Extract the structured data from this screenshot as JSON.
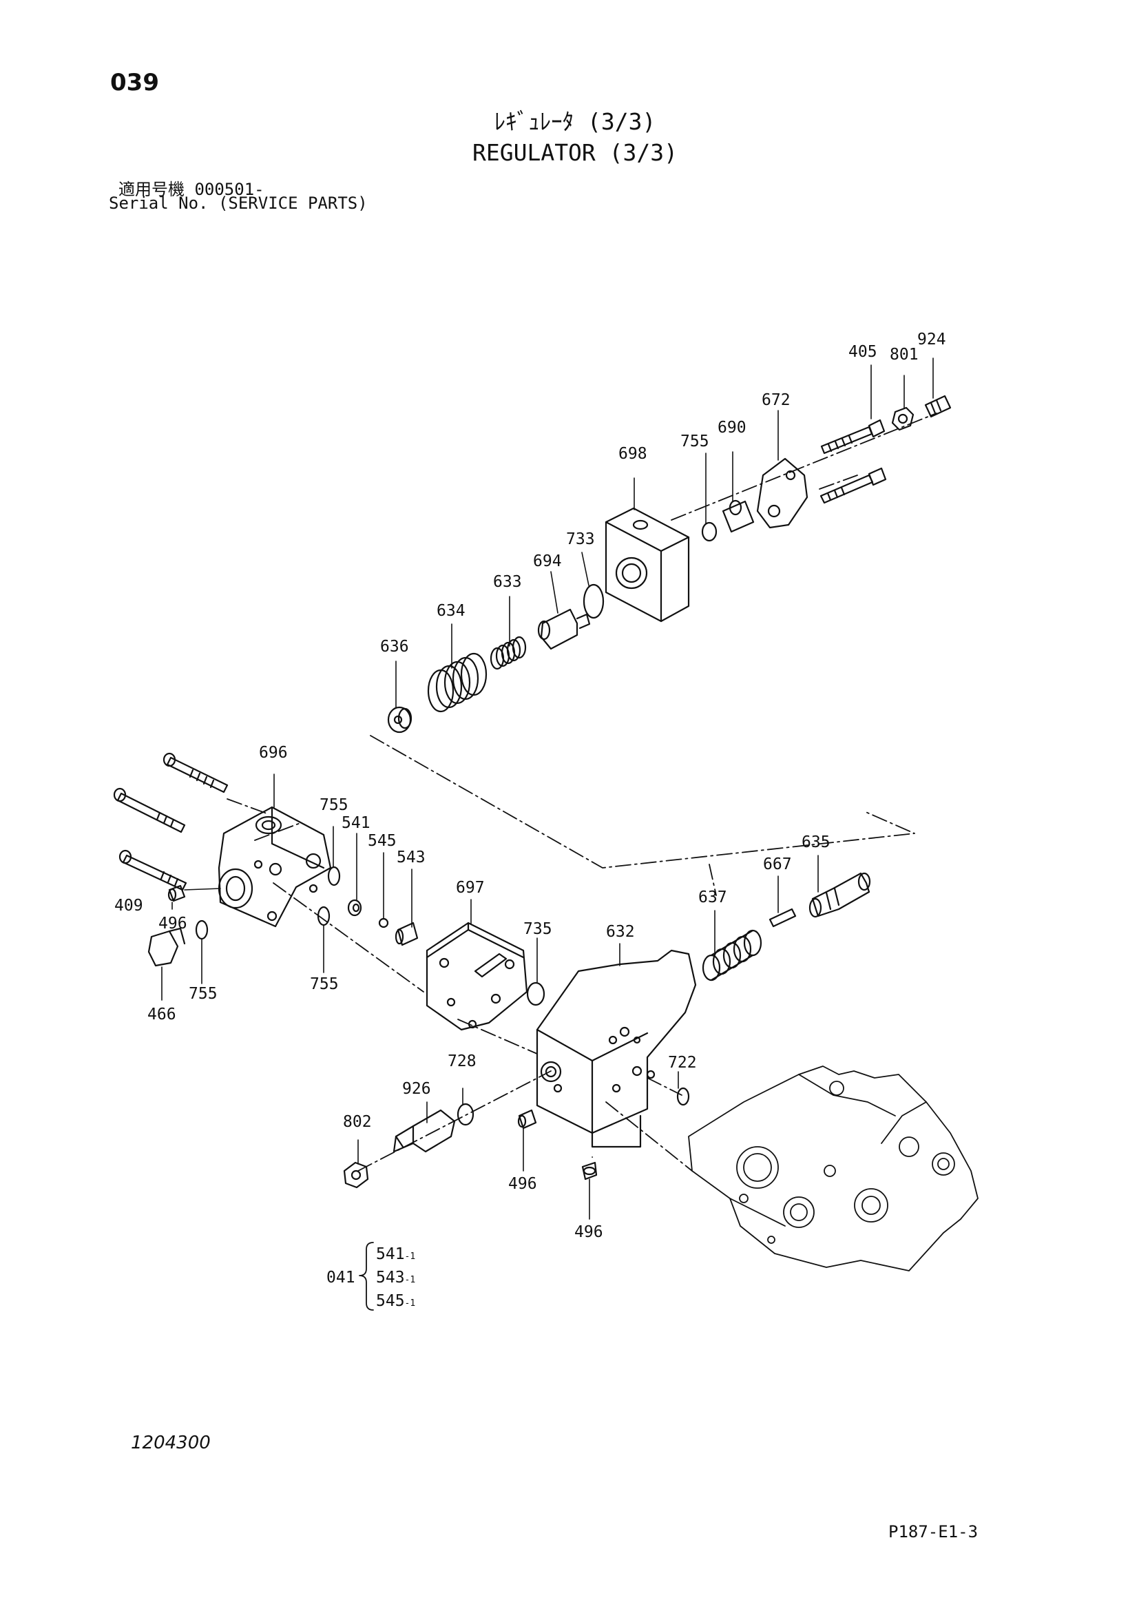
{
  "header": {
    "page_number": "039",
    "title_jp": "ﾚｷﾞｭﾚｰﾀ (3/3)",
    "title_en": "REGULATOR (3/3)",
    "serial_jp": "適用号機 000501-",
    "serial_en": "Serial No. (SERVICE PARTS)"
  },
  "parts": {
    "p405": "405",
    "p801": "801",
    "p924": "924",
    "p672": "672",
    "p698": "698",
    "p755a": "755",
    "p690": "690",
    "p733": "733",
    "p694": "694",
    "p633": "633",
    "p634": "634",
    "p636": "636",
    "p696": "696",
    "p755b": "755",
    "p541": "541",
    "p545": "545",
    "p543": "543",
    "p697": "697",
    "p635": "635",
    "p667": "667",
    "p637": "637",
    "p409": "409",
    "p496a": "496",
    "p735": "735",
    "p632": "632",
    "p466": "466",
    "p755c": "755",
    "p755d": "755",
    "p728": "728",
    "p722": "722",
    "p926": "926",
    "p802": "802",
    "p496b": "496",
    "p496c": "496"
  },
  "kit": {
    "number": "041",
    "items": [
      {
        "part": "541",
        "qty": "-1"
      },
      {
        "part": "543",
        "qty": "-1"
      },
      {
        "part": "545",
        "qty": "-1"
      }
    ]
  },
  "footer": {
    "drawing_number": "1204300",
    "page_code": "P187-E1-3"
  }
}
